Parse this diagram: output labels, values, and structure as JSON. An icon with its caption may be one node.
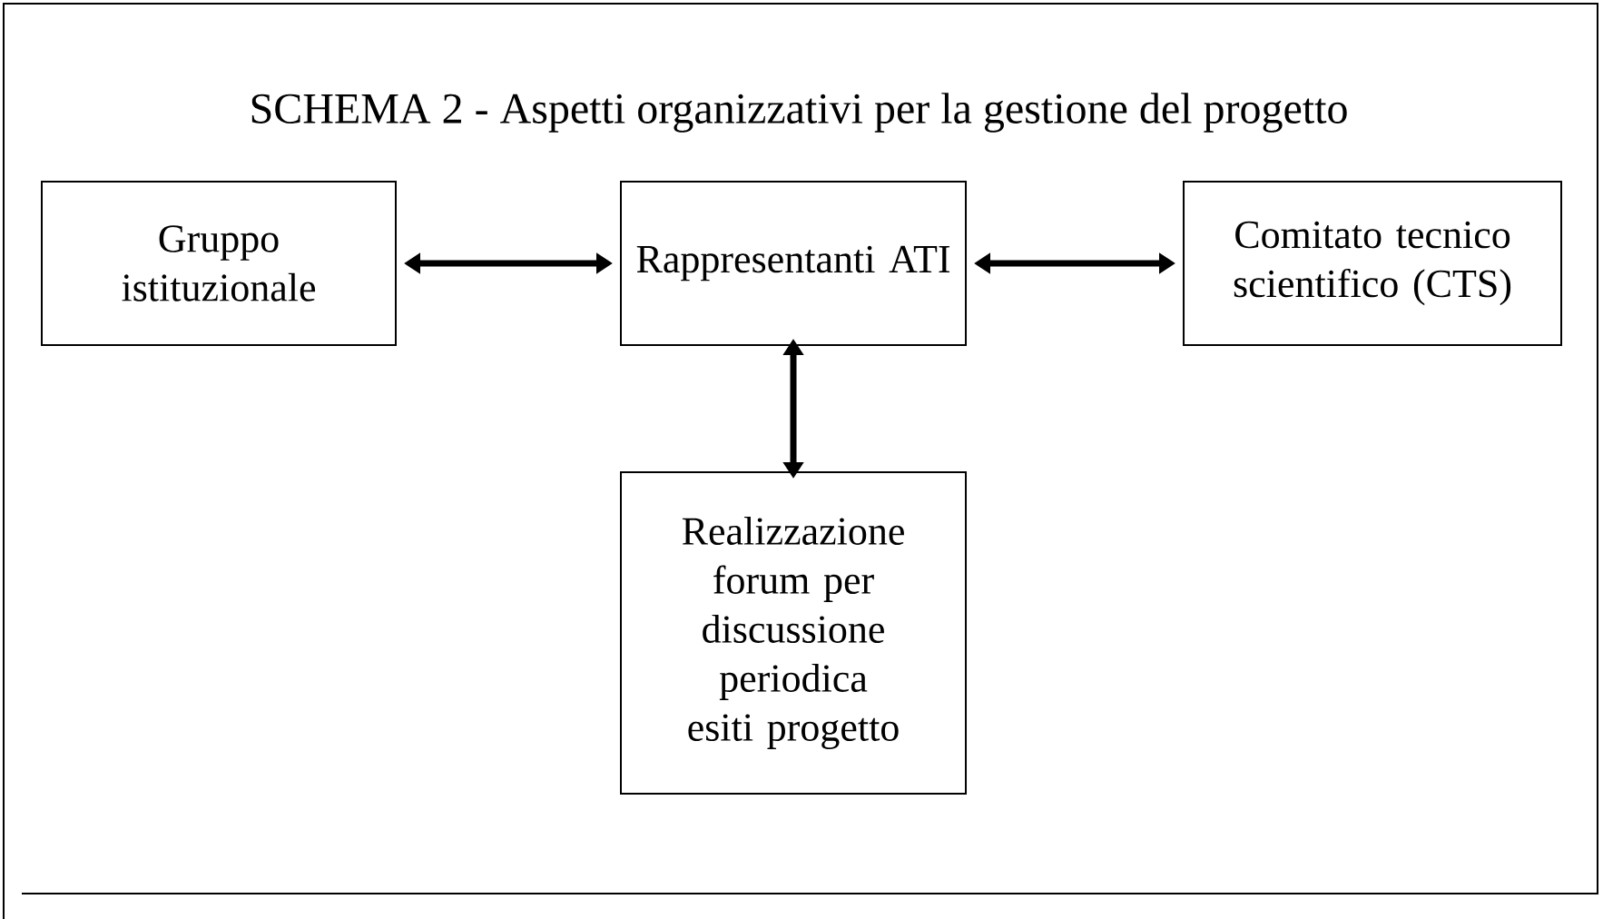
{
  "diagram": {
    "title": "SCHEMA 2  - Aspetti organizzativi per la gestione del progetto",
    "nodes": [
      {
        "text": [
          "Gruppo istituzionale"
        ]
      },
      {
        "text": [
          "Rappresentanti ATI"
        ]
      },
      {
        "text": [
          "Comitato tecnico scientifico (CTS)"
        ]
      },
      {
        "text": [
          "Realizzazione forum per discussione periodica esiti progetto"
        ]
      }
    ],
    "edges": [
      {
        "from": 0,
        "to": 1,
        "arrow": "both"
      },
      {
        "from": 1,
        "to": 2,
        "arrow": "both"
      },
      {
        "from": 1,
        "to": 3,
        "arrow": "both"
      }
    ]
  }
}
